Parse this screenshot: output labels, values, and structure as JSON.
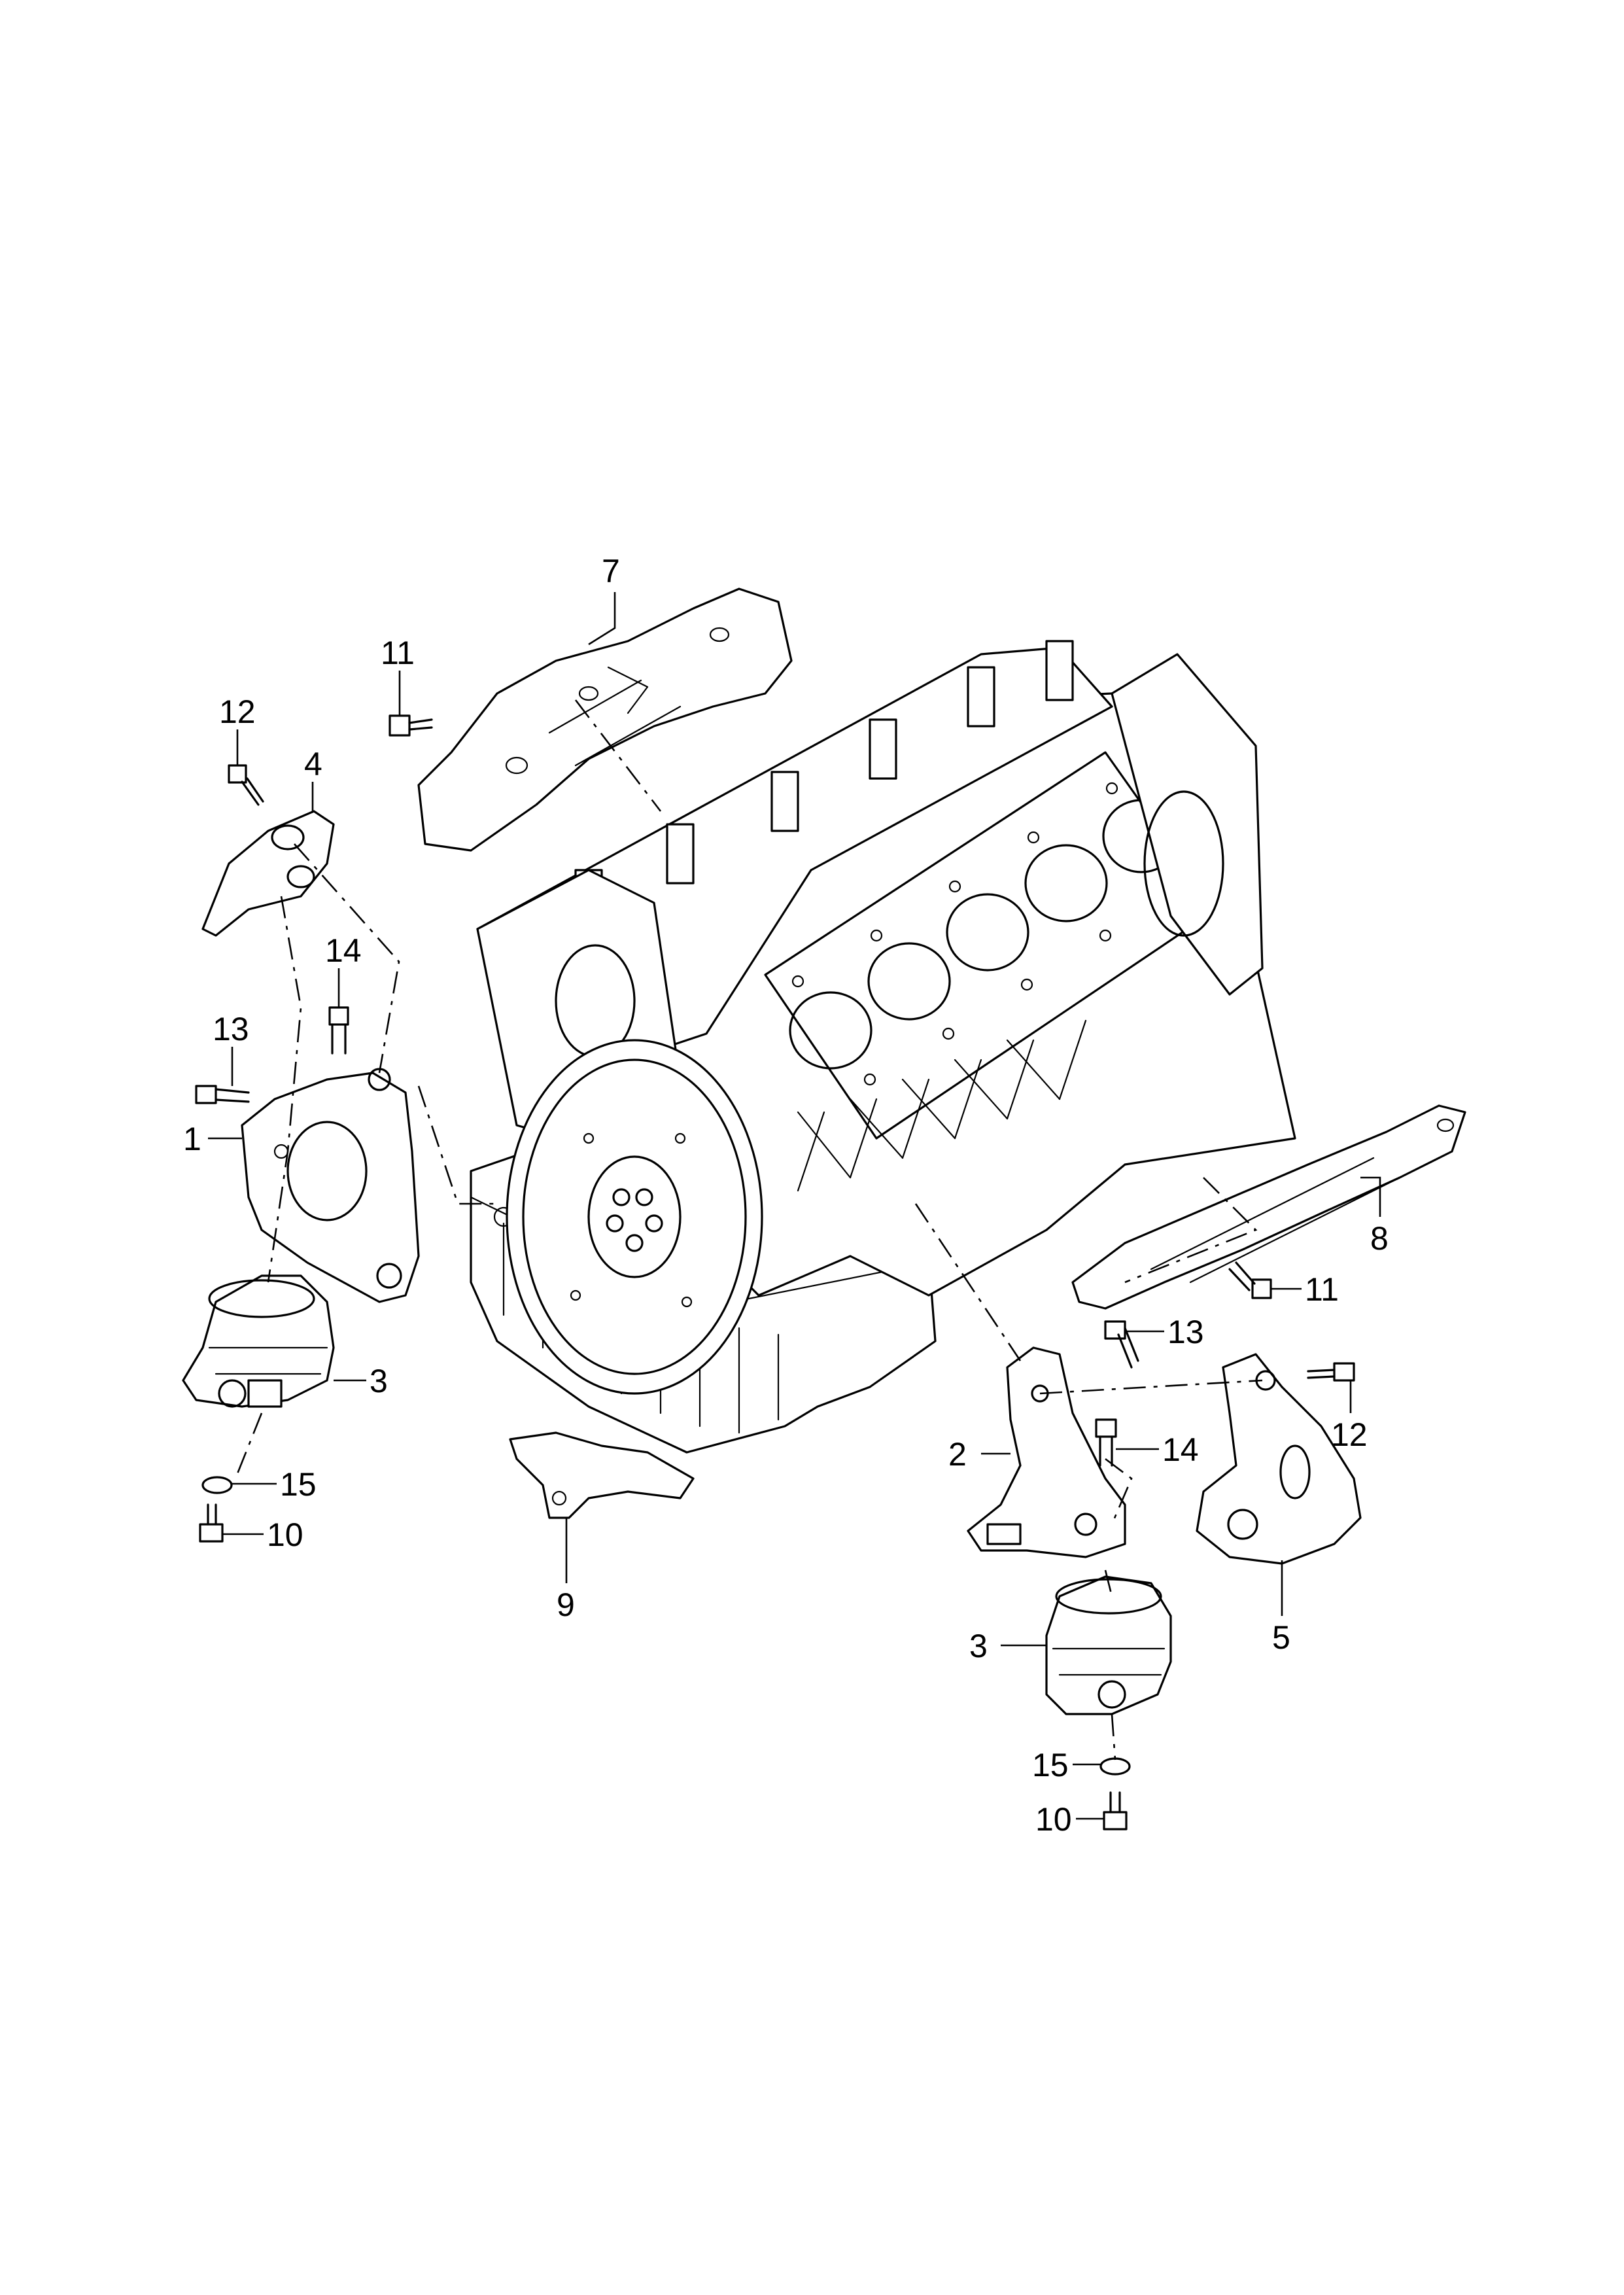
{
  "callouts": [
    {
      "id": "c7",
      "label": "7"
    },
    {
      "id": "c11a",
      "label": "11"
    },
    {
      "id": "c12a",
      "label": "12"
    },
    {
      "id": "c4",
      "label": "4"
    },
    {
      "id": "c14a",
      "label": "14"
    },
    {
      "id": "c13a",
      "label": "13"
    },
    {
      "id": "c1",
      "label": "1"
    },
    {
      "id": "c3a",
      "label": "3"
    },
    {
      "id": "c15a",
      "label": "15"
    },
    {
      "id": "c10a",
      "label": "10"
    },
    {
      "id": "c9",
      "label": "9"
    },
    {
      "id": "c8",
      "label": "8"
    },
    {
      "id": "c11b",
      "label": "11"
    },
    {
      "id": "c13b",
      "label": "13"
    },
    {
      "id": "c12b",
      "label": "12"
    },
    {
      "id": "c2",
      "label": "2"
    },
    {
      "id": "c14b",
      "label": "14"
    },
    {
      "id": "c5",
      "label": "5"
    },
    {
      "id": "c3b",
      "label": "3"
    },
    {
      "id": "c15b",
      "label": "15"
    },
    {
      "id": "c10b",
      "label": "10"
    }
  ]
}
